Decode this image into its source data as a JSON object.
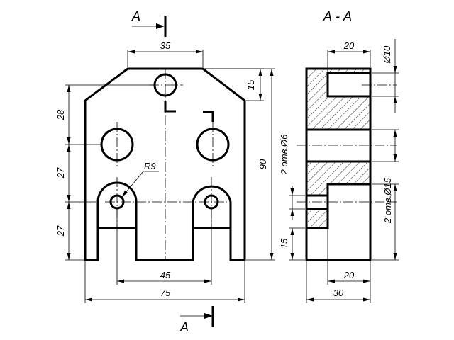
{
  "section": {
    "title": "А - А",
    "cut_top_label": "А",
    "cut_bottom_label": "А"
  },
  "front_view": {
    "dim_top_width": "35",
    "dim_chamfer_height": "15",
    "dim_row_top": "28",
    "dim_row_middle": "27",
    "dim_row_bottom": "27",
    "dim_radius": "R9",
    "dim_height": "90",
    "dim_inner_width": "45",
    "dim_overall_width": "75"
  },
  "side_view": {
    "dim_top_width": "20",
    "dim_diameter_10": "Ø10",
    "dim_holes_6": "2 отв.Ø6",
    "dim_holes_15": "2 отв.Ø15",
    "dim_bottom_height": "15",
    "dim_bottom_width": "20",
    "dim_overall_width": "30"
  }
}
